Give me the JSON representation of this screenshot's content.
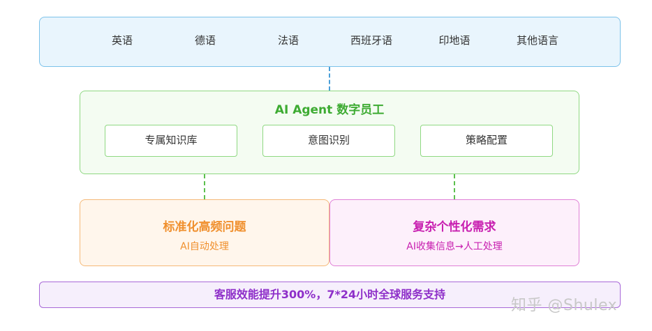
{
  "languages": [
    "英语",
    "德语",
    "法语",
    "西班牙语",
    "印地语",
    "其他语言"
  ],
  "agent": {
    "title": "AI Agent 数字员工",
    "modules": [
      "专属知识库",
      "意图识别",
      "策略配置"
    ]
  },
  "standard": {
    "title": "标准化高频问题",
    "subtitle": "AI自动处理"
  },
  "complex": {
    "title": "复杂个性化需求",
    "subtitle": "AI收集信息→人工处理"
  },
  "footer": "客服效能提升300%，7*24小时全球服务支持",
  "watermark": "知乎 @Shulex",
  "colors": {
    "languages": "#7cc2ea",
    "agent": "#3dab32",
    "standard": "#f0902e",
    "complex": "#c81fb0",
    "footer": "#8e2fc9"
  }
}
